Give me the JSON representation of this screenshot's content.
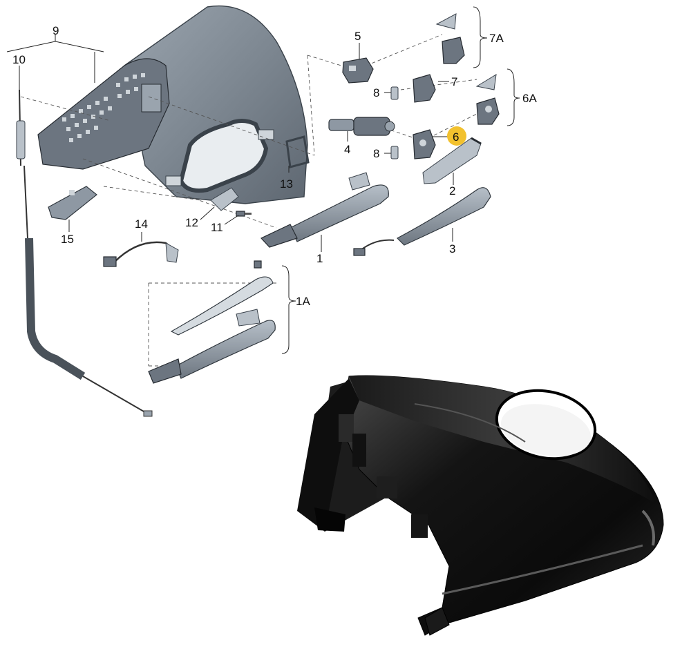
{
  "diagram": {
    "labels": {
      "l1": "1",
      "l1a": "1A",
      "l2": "2",
      "l3": "3",
      "l4": "4",
      "l5": "5",
      "l6": "6",
      "l6a": "6A",
      "l7": "7",
      "l7a": "7A",
      "l8a": "8",
      "l8b": "8",
      "l9": "9",
      "l10": "10",
      "l11": "11",
      "l12": "12",
      "l13": "13",
      "l14": "14",
      "l15": "15"
    },
    "highlight_color": "#f2c12e",
    "part_color": "#8e98a3"
  },
  "photo": {
    "cover_color": "#121212"
  }
}
